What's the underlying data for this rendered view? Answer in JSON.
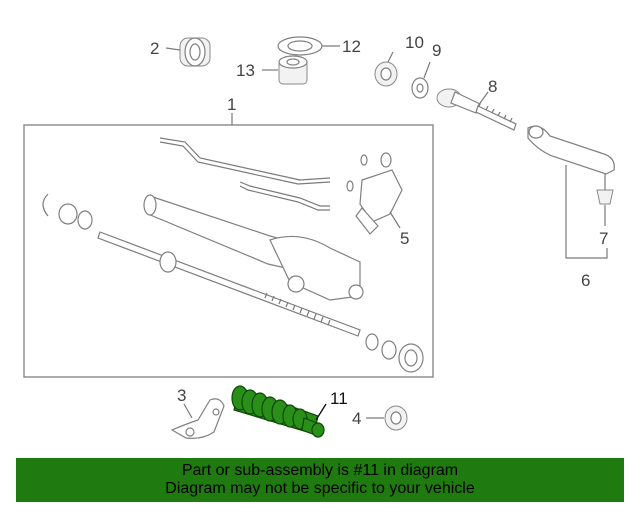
{
  "callouts": {
    "c1": "1",
    "c2": "2",
    "c3": "3",
    "c4": "4",
    "c5": "5",
    "c6": "6",
    "c7": "7",
    "c8": "8",
    "c9": "9",
    "c10": "10",
    "c11": "11",
    "c12": "12",
    "c13": "13"
  },
  "highlight_color": "#1f7a0f",
  "banner": {
    "line1": "Part or sub-assembly is #11 in diagram",
    "line2": "Diagram may not be specific to your vehicle"
  }
}
